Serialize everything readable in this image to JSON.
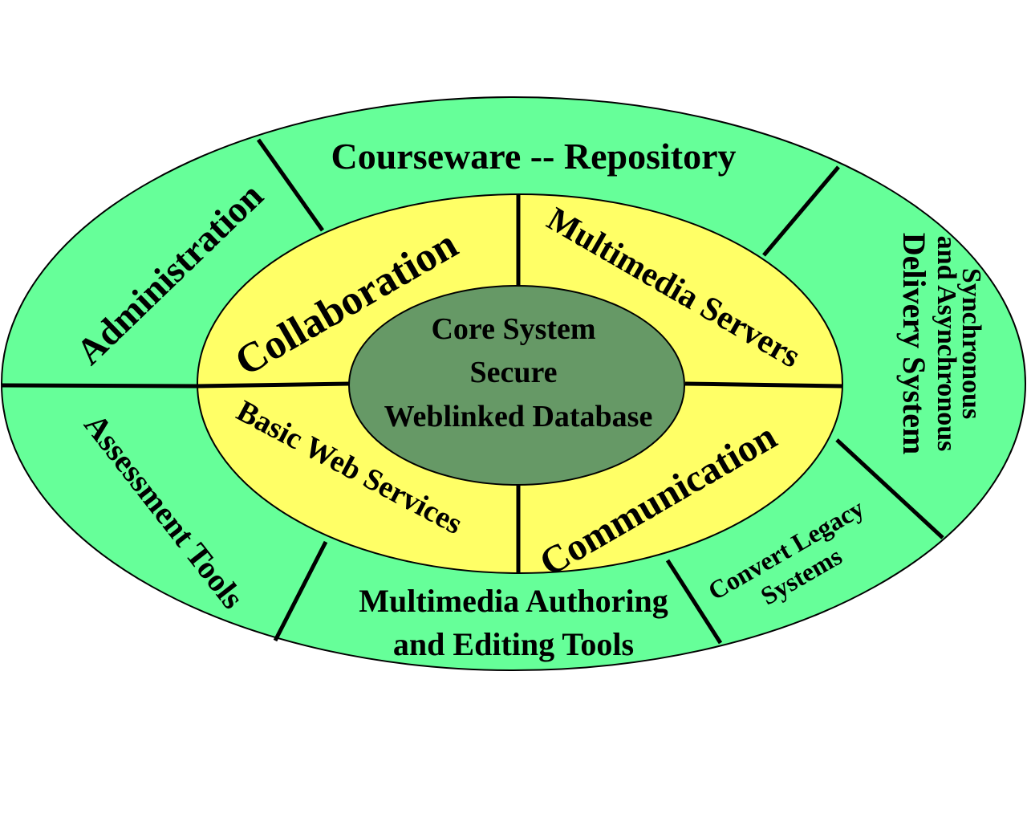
{
  "colors": {
    "outer_ring": "#66ff99",
    "middle_ring": "#ffff66",
    "core": "#669966",
    "stroke": "#000000",
    "background": "#ffffff"
  },
  "outer_segments": {
    "courseware": "Courseware -- Repository",
    "administration": "Administration",
    "delivery_line1": "Synchronous",
    "delivery_line2": "and Asynchronous",
    "delivery_line3": "Delivery System",
    "assessment": "Assessment Tools",
    "authoring_line1": "Multimedia Authoring",
    "authoring_line2": "and Editing Tools",
    "legacy_line1": "Convert Legacy",
    "legacy_line2": "Systems"
  },
  "middle_segments": {
    "collaboration": "Collaboration",
    "multimedia_servers": "Multimedia Servers",
    "basic_web_services": "Basic Web Services",
    "communication": "Communication"
  },
  "core": {
    "line1": "Core System",
    "line2": "Secure",
    "line3": "Weblinked Database"
  }
}
